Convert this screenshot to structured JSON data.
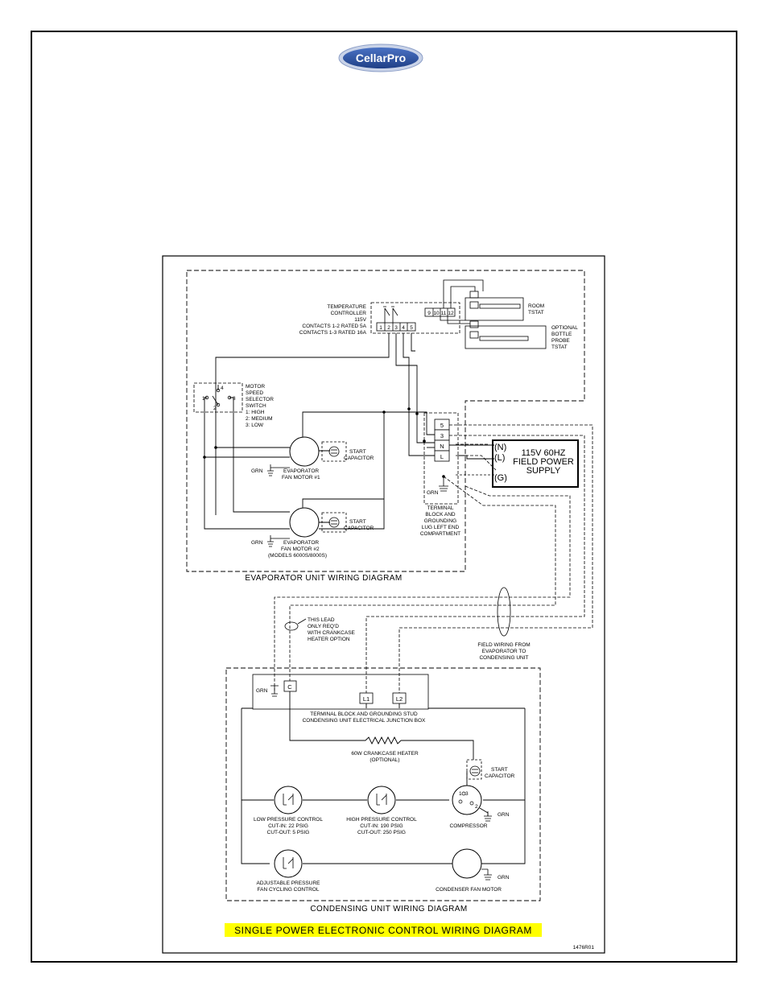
{
  "brand": {
    "logo_text": "CellarPro"
  },
  "evaporator": {
    "diagram_title": "EVAPORATOR UNIT WIRING DIAGRAM",
    "temp_controller": [
      "TEMPERATURE",
      "CONTROLLER",
      "115V",
      "CONTACTS 1-2 RATED 5A",
      "CONTACTS 1-3 RATED 16A"
    ],
    "terminals_left": [
      "1",
      "2",
      "3",
      "4",
      "5"
    ],
    "terminals_right": [
      "9",
      "10",
      "11",
      "12"
    ],
    "room_tstat": [
      "ROOM",
      "TSTAT"
    ],
    "bottle_probe": [
      "OPTIONAL",
      "BOTTLE",
      "PROBE",
      "TSTAT"
    ],
    "motor_switch": [
      "MOTOR",
      "SPEED",
      "SELECTOR",
      "SWITCH",
      "1:  HIGH",
      "2:  MEDIUM",
      "3:  LOW"
    ],
    "switch_pins": [
      "1",
      "2",
      "3",
      "4"
    ],
    "start_capacitor_1": [
      "START",
      "CAPACITOR"
    ],
    "start_capacitor_2": [
      "START",
      "CAPACITOR"
    ],
    "fan_motor_1": [
      "EVAPORATOR",
      "FAN MOTOR #1"
    ],
    "fan_motor_2": [
      "EVAPORATOR",
      "FAN MOTOR #2",
      "(MODELS 6000S/8000S)"
    ],
    "grn": "GRN",
    "terminal_block_pins": [
      "5",
      "3",
      "N",
      "L"
    ],
    "terminal_block_label": [
      "TERMINAL",
      "BLOCK AND",
      "GROUNDING",
      "LUG LEFT END",
      "COMPARTMENT"
    ],
    "power_supply": [
      "115V 60HZ",
      "FIELD POWER",
      "SUPPLY"
    ],
    "power_terminals": [
      "(N)",
      "(L)",
      "(G)"
    ]
  },
  "field_wiring": {
    "crankcase_note": [
      "THIS LEAD",
      "ONLY REQ'D",
      "WITH CRANKCASE",
      "HEATER OPTION"
    ],
    "field_note": [
      "FIELD WIRING FROM",
      "EVAPORATOR TO",
      "CONDENSING UNIT"
    ]
  },
  "condensing": {
    "diagram_title": "CONDENSING UNIT WIRING DIAGRAM",
    "junction_terminals": [
      "C",
      "L1",
      "L2"
    ],
    "junction_label": [
      "TERMINAL BLOCK AND GROUNDING STUD",
      "CONDENSING UNIT ELECTRICAL JUNCTION BOX"
    ],
    "crankcase_heater": [
      "60W CRANKCASE HEATER",
      "(OPTIONAL)"
    ],
    "start_capacitor": [
      "START",
      "CAPACITOR"
    ],
    "low_pressure": [
      "LOW PRESSURE CONTROL",
      "CUT-IN:  22 PSIG",
      "CUT-OUT:  5 PSIG"
    ],
    "high_pressure": [
      "HIGH PRESSURE CONTROL",
      "CUT-IN:  190 PSIG",
      "CUT-OUT:  250 PSIG"
    ],
    "compressor": "COMPRESSOR",
    "compressor_pins": [
      "1",
      "3",
      "2"
    ],
    "fan_cycling": [
      "ADJUSTABLE PRESSURE",
      "FAN CYCLING CONTROL"
    ],
    "condenser_fan": "CONDENSER FAN MOTOR"
  },
  "main_title": "SINGLE POWER ELECTRONIC CONTROL WIRING DIAGRAM",
  "drawing_number": "1476R01",
  "colors": {
    "highlight": "#ffff00",
    "logo_fill": "#2a4f9a",
    "logo_ring": "#c9d3e8"
  }
}
